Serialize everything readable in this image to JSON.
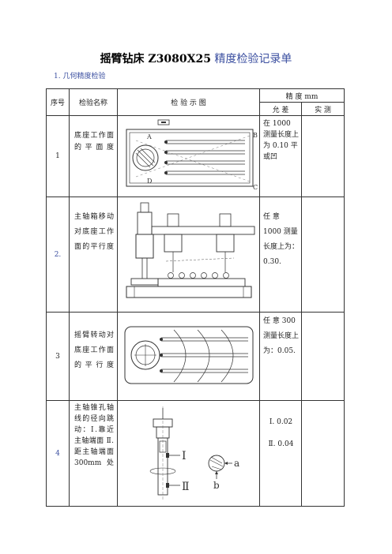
{
  "doc": {
    "title_bold": "摇臂钻床 Z3080X25",
    "title_rest": "精度检验记录单",
    "section": "1.  几何精度检验"
  },
  "header": {
    "seq": "序号",
    "name": "检验名称",
    "diagram": "检  验  示  图",
    "precision": "精      度    mm",
    "allowed": "允        差",
    "measured": "实  测"
  },
  "rows": [
    {
      "num": "1",
      "name": "底座工作面的平面度",
      "tol": "在 1000 测量长度上为 0.10 平或凹",
      "fig_labels": {
        "a": "A",
        "b": "B",
        "c": "C",
        "d": "D"
      }
    },
    {
      "num": "2.",
      "name": "主轴箱移动对底座工作面的平行度",
      "tol": "任 意 1000 测量长度上为：0.30."
    },
    {
      "num": "3",
      "name": "摇臂转动对底座工作面的平行度",
      "tol": "任 意 300 测量长度上为：0.05."
    },
    {
      "num": "4",
      "name": "主轴锥孔轴线的径向跳动：Ⅰ.靠近主轴端面 Ⅱ.距主轴端面 300mm 处",
      "tol1": "Ⅰ. 0.02",
      "tol2": "Ⅱ. 0.04",
      "fig_labels": {
        "i": "Ⅰ",
        "ii": "Ⅱ",
        "a": "a",
        "b": "b"
      }
    }
  ]
}
